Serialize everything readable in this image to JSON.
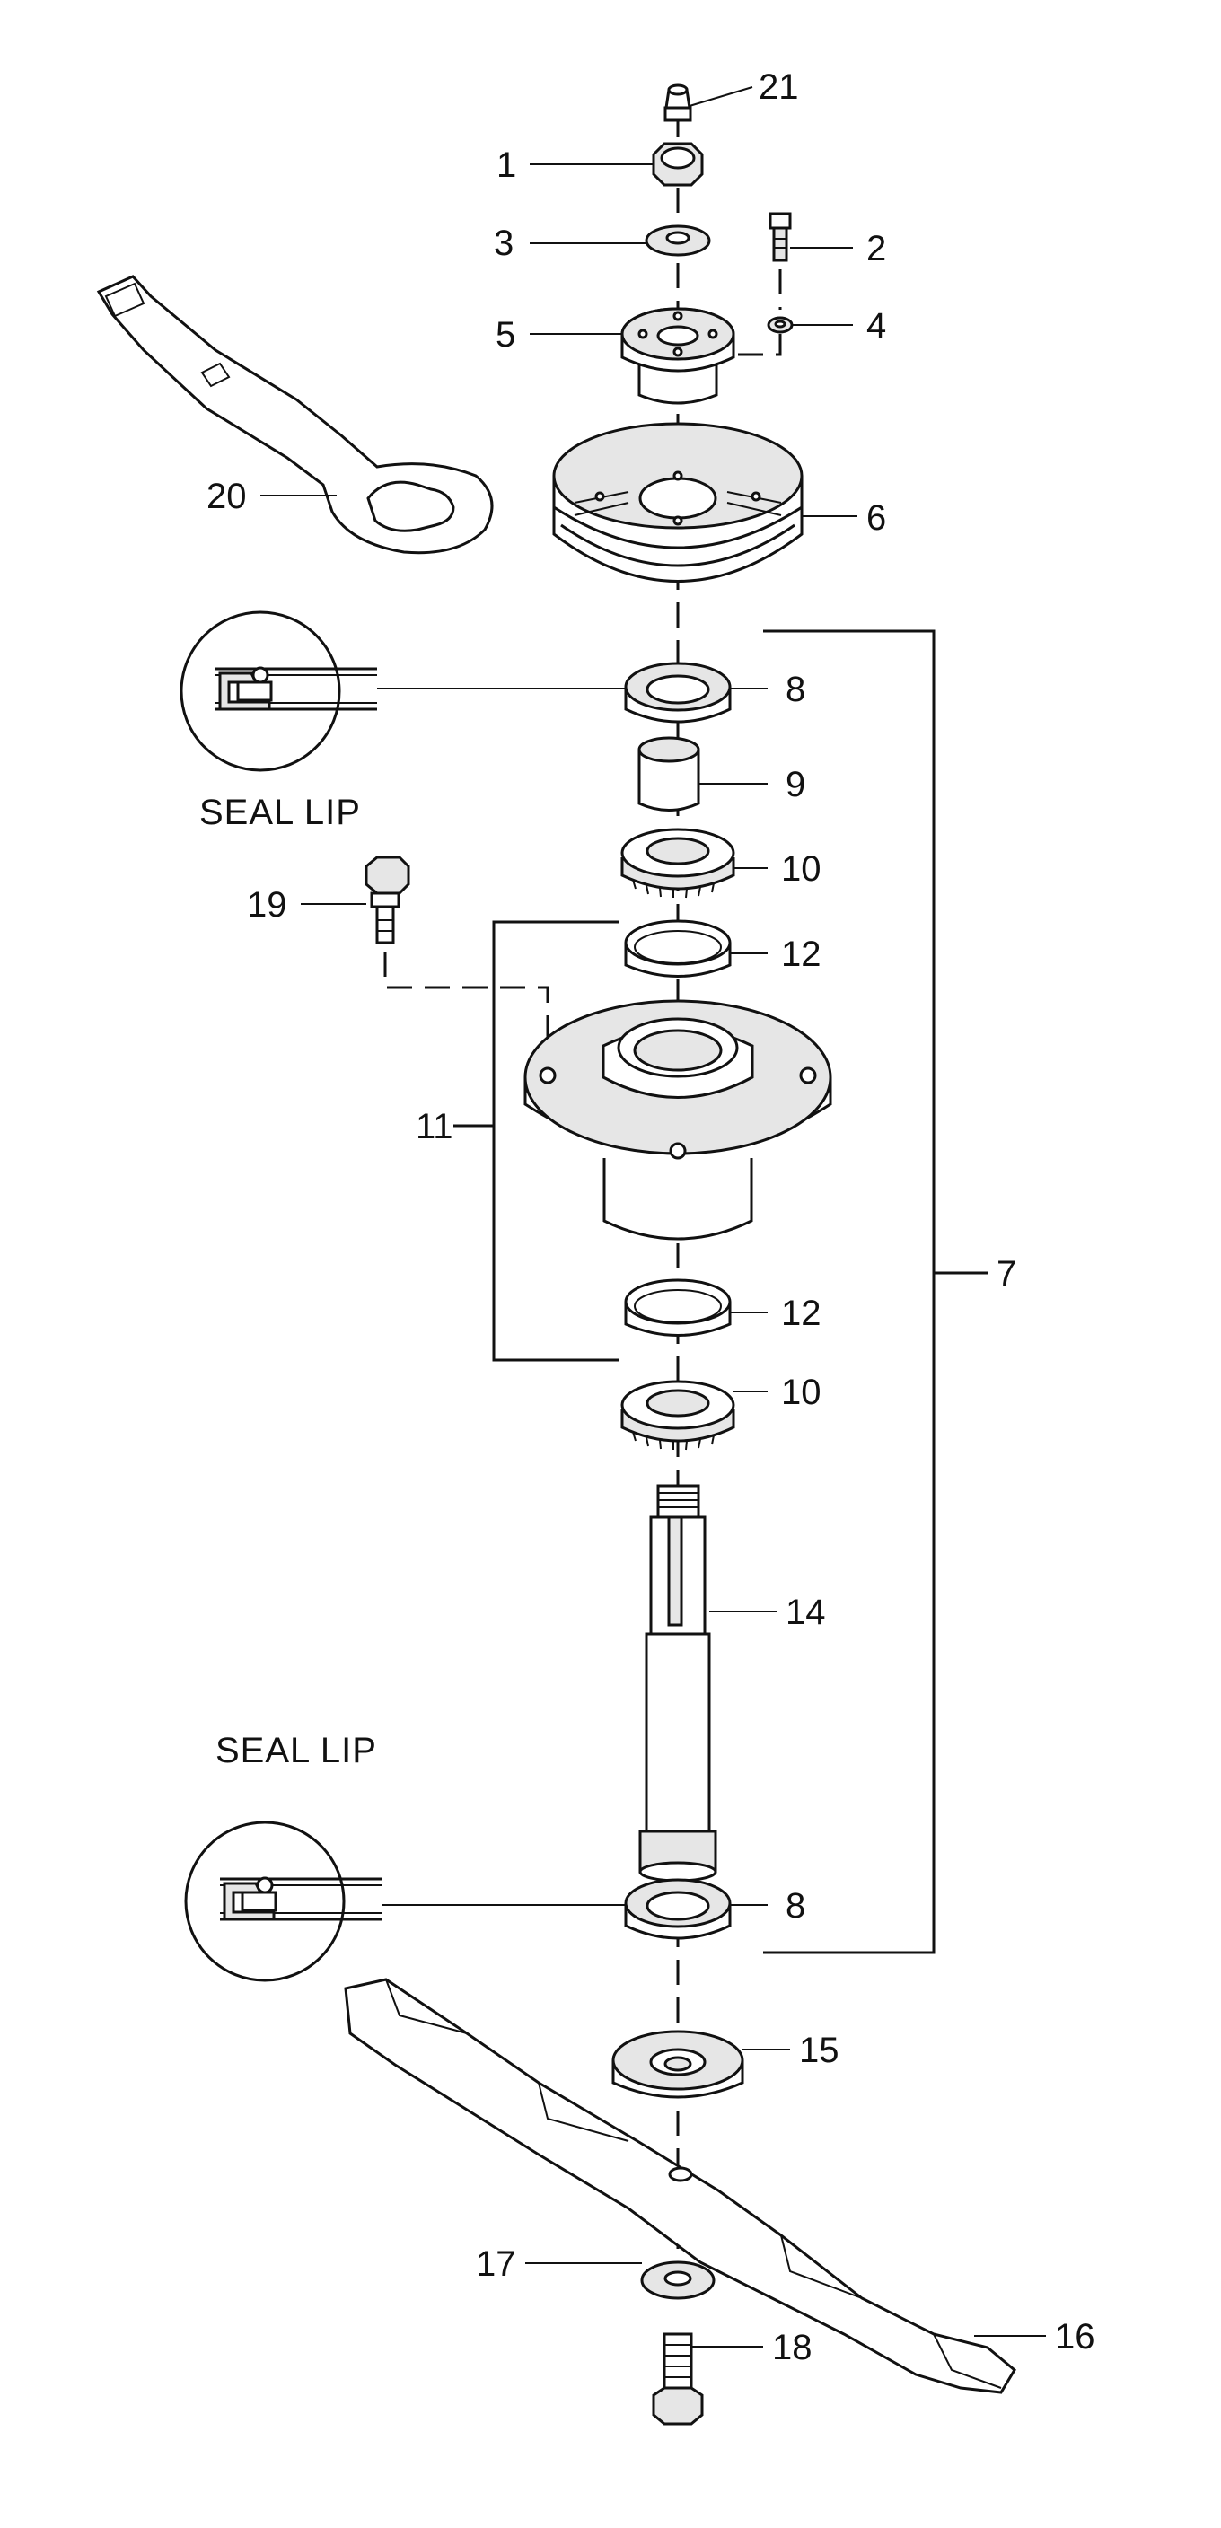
{
  "callouts": {
    "p1": "1",
    "p2": "2",
    "p3": "3",
    "p4": "4",
    "p5": "5",
    "p6": "6",
    "p7": "7",
    "p8_top": "8",
    "p8_bottom": "8",
    "p9": "9",
    "p10_top": "10",
    "p10_bottom": "10",
    "p11": "11",
    "p12_top": "12",
    "p12_bottom": "12",
    "p14": "14",
    "p15": "15",
    "p16": "16",
    "p17": "17",
    "p18": "18",
    "p19": "19",
    "p20": "20",
    "p21": "21"
  },
  "captions": {
    "seal_lip_top": "SEAL LIP",
    "seal_lip_bottom": "SEAL LIP"
  }
}
